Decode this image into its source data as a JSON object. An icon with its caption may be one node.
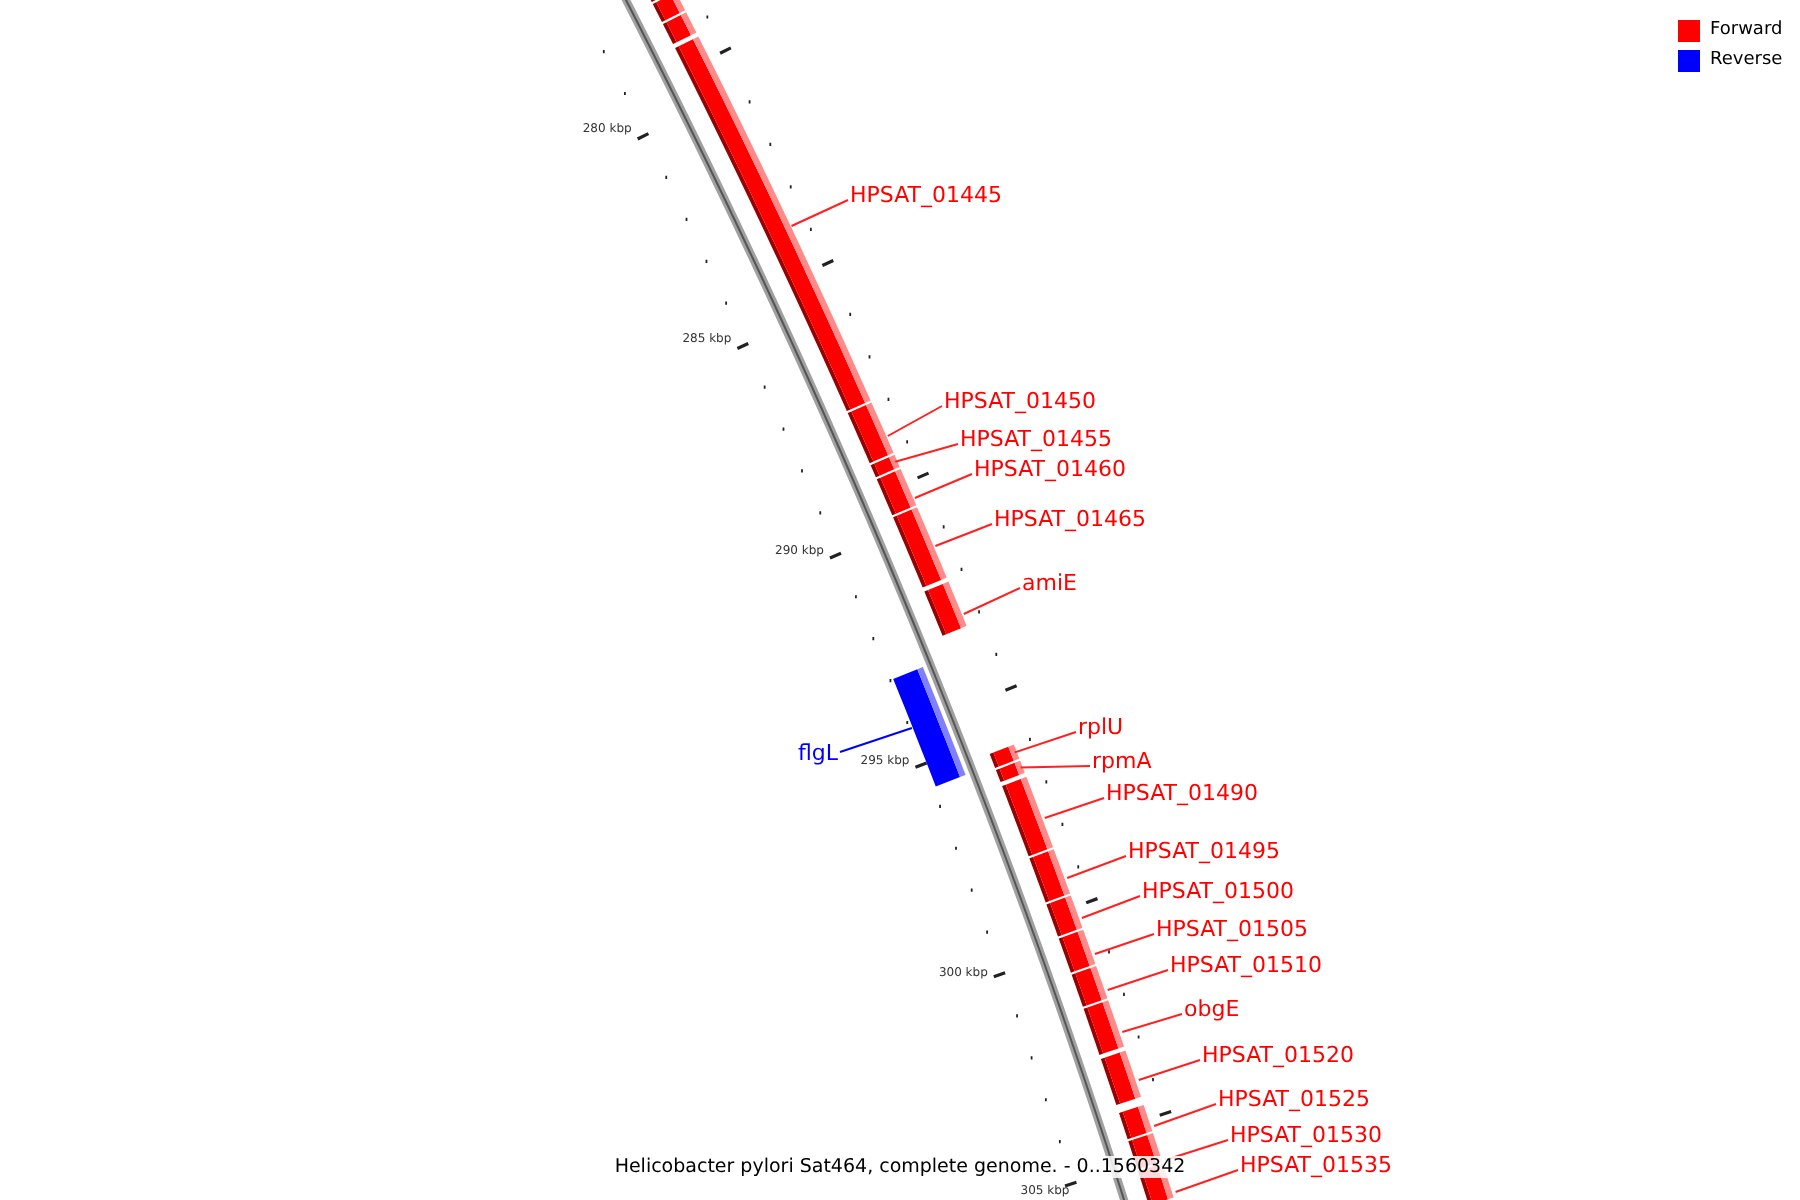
{
  "diagram": {
    "caption": "Helicobacter pylori Sat464, complete genome. - 0..1560342",
    "nodes": [
      {
        "text": [],
        "shape": "bar"
      },
      {
        "text": [],
        "shape": "bar"
      },
      {
        "text": [],
        "shape": "bar"
      },
      {
        "text": [
          "HPSAT_01445"
        ]
      },
      {
        "text": [],
        "shape": "bar"
      },
      {
        "text": [
          "HPSAT_01450"
        ]
      },
      {
        "text": [],
        "shape": "bar"
      },
      {
        "text": [
          "HPSAT_01455"
        ]
      },
      {
        "text": [],
        "shape": "bar"
      },
      {
        "text": [
          "HPSAT_01460"
        ]
      },
      {
        "text": [],
        "shape": "bar"
      },
      {
        "text": [
          "HPSAT_01465"
        ]
      },
      {
        "text": [],
        "shape": "bar"
      },
      {
        "text": [
          "amiE"
        ]
      },
      {
        "text": [],
        "shape": "bar"
      },
      {
        "text": [
          "flgL"
        ]
      },
      {
        "text": [],
        "shape": "bar"
      },
      {
        "text": [
          "rplU"
        ]
      },
      {
        "text": [],
        "shape": "bar"
      },
      {
        "text": [
          "rpmA"
        ]
      },
      {
        "text": [],
        "shape": "bar"
      },
      {
        "text": [
          "HPSAT_01490"
        ]
      },
      {
        "text": [],
        "shape": "bar"
      },
      {
        "text": [
          "HPSAT_01495"
        ]
      },
      {
        "text": [],
        "shape": "bar"
      },
      {
        "text": [
          "HPSAT_01500"
        ]
      },
      {
        "text": [],
        "shape": "bar"
      },
      {
        "text": [
          "HPSAT_01505"
        ]
      },
      {
        "text": [],
        "shape": "bar"
      },
      {
        "text": [
          "HPSAT_01510"
        ]
      },
      {
        "text": [],
        "shape": "bar"
      },
      {
        "text": [
          "obgE"
        ]
      },
      {
        "text": [],
        "shape": "bar"
      },
      {
        "text": [
          "HPSAT_01520"
        ]
      },
      {
        "text": [],
        "shape": "bar"
      },
      {
        "text": [
          "HPSAT_01525"
        ]
      },
      {
        "text": [],
        "shape": "bar"
      },
      {
        "text": [
          "HPSAT_01530"
        ]
      },
      {
        "text": [],
        "shape": "bar"
      },
      {
        "text": [
          "HPSAT_01535"
        ]
      },
      {
        "text": [],
        "shape": "bar"
      }
    ],
    "edges": [
      {
        "from": 3,
        "to": 4,
        "arrow": "none"
      },
      {
        "from": 5,
        "to": 6,
        "arrow": "none"
      },
      {
        "from": 7,
        "to": 8,
        "arrow": "none"
      },
      {
        "from": 9,
        "to": 10,
        "arrow": "none"
      },
      {
        "from": 11,
        "to": 12,
        "arrow": "none"
      },
      {
        "from": 13,
        "to": 14,
        "arrow": "none"
      },
      {
        "from": 15,
        "to": 16,
        "arrow": "none",
        "color": "#0000ff"
      },
      {
        "from": 17,
        "to": 18,
        "arrow": "none"
      },
      {
        "from": 19,
        "to": 20,
        "arrow": "none"
      },
      {
        "from": 21,
        "to": 22,
        "arrow": "none"
      },
      {
        "from": 23,
        "to": 24,
        "arrow": "none"
      },
      {
        "from": 25,
        "to": 26,
        "arrow": "none"
      },
      {
        "from": 27,
        "to": 28,
        "arrow": "none"
      },
      {
        "from": 29,
        "to": 30,
        "arrow": "none"
      },
      {
        "from": 31,
        "to": 32,
        "arrow": "none"
      },
      {
        "from": 33,
        "to": 34,
        "arrow": "none"
      },
      {
        "from": 35,
        "to": 36,
        "arrow": "none"
      },
      {
        "from": 37,
        "to": 38,
        "arrow": "none"
      },
      {
        "from": 39,
        "to": 40,
        "arrow": "none"
      }
    ],
    "labels": [
      "280 kbp",
      "285 kbp",
      "290 kbp",
      "295 kbp",
      "300 kbp",
      "305 kbp"
    ],
    "legend": [
      {
        "text": "Forward",
        "color": "#ff0000"
      },
      {
        "text": "Reverse",
        "color": "#0000ff"
      }
    ]
  }
}
